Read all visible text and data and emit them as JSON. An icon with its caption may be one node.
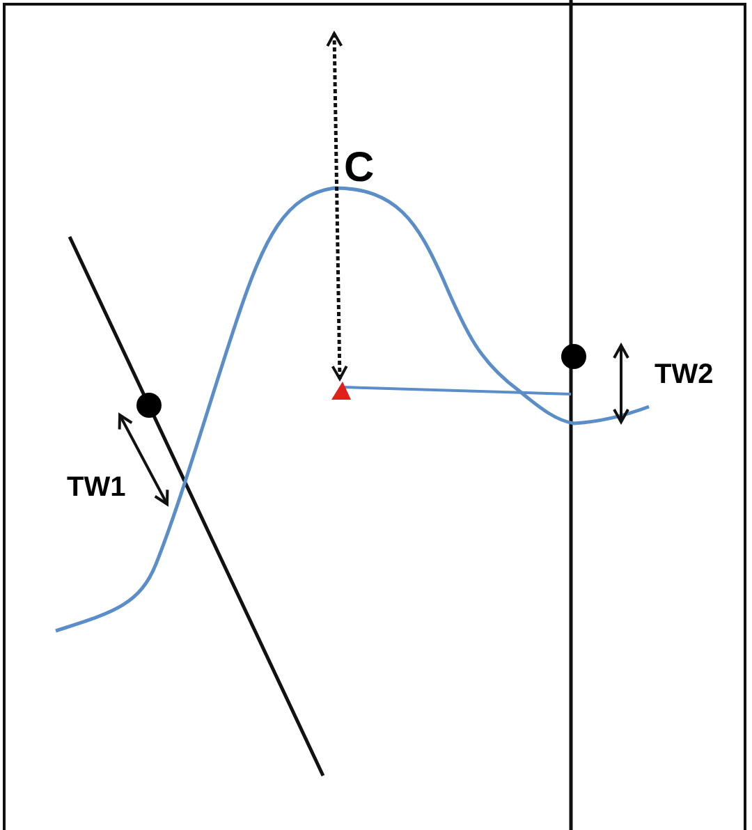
{
  "diagram": {
    "labels": [
      "C",
      "TW1",
      "TW2"
    ]
  }
}
